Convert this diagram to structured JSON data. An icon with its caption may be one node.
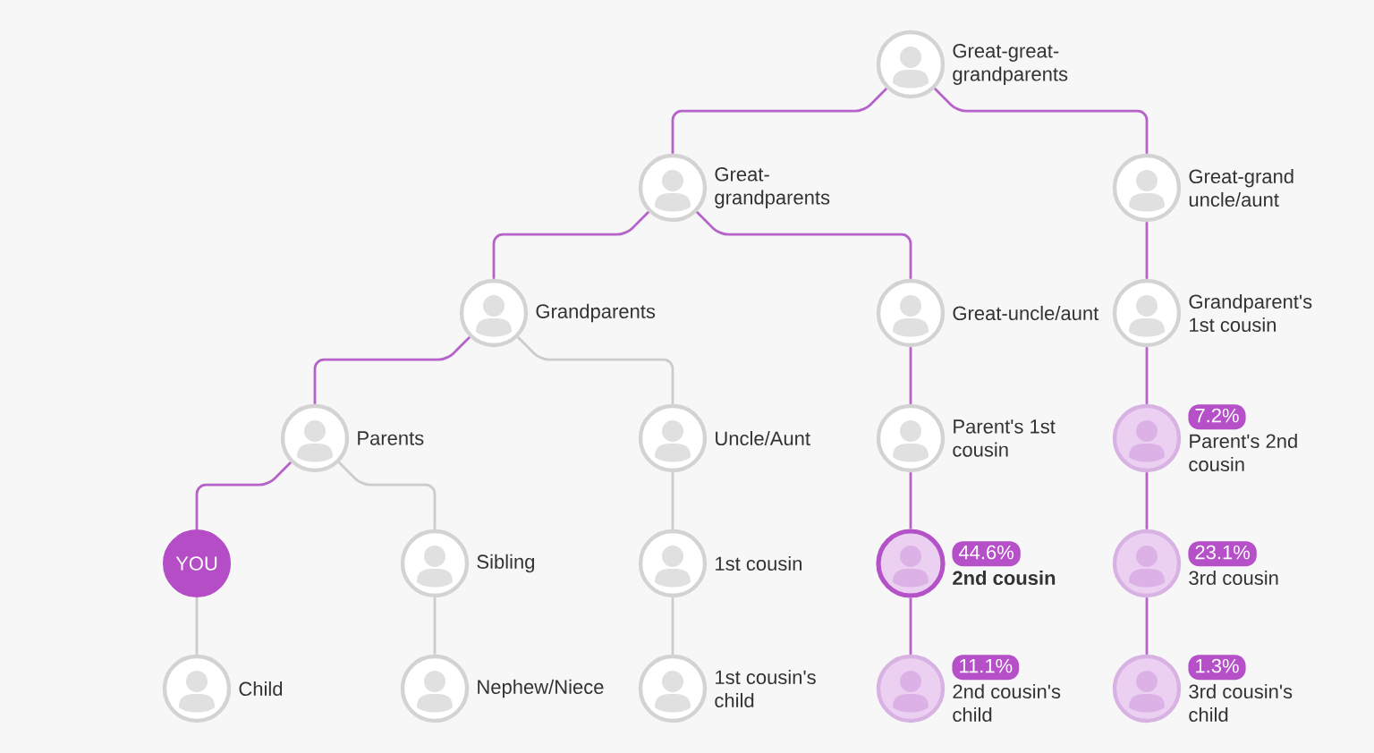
{
  "diagram": {
    "nodes": [
      {
        "text": [],
        "shape": "circle",
        "beside": [
          "Great-great- grandparents"
        ]
      },
      {
        "text": [],
        "shape": "circle",
        "beside": [
          "Great- grandparents"
        ]
      },
      {
        "text": [],
        "shape": "circle",
        "beside": [
          "Great-grand uncle/aunt"
        ]
      },
      {
        "text": [],
        "shape": "circle",
        "beside": [
          "Grandparents"
        ]
      },
      {
        "text": [],
        "shape": "circle",
        "beside": [
          "Great-uncle/aunt"
        ]
      },
      {
        "text": [],
        "shape": "circle",
        "beside": [
          "Grandparent's 1st cousin"
        ]
      },
      {
        "text": [],
        "shape": "circle",
        "beside": [
          "Parents"
        ]
      },
      {
        "text": [],
        "shape": "circle",
        "beside": [
          "Uncle/Aunt"
        ]
      },
      {
        "text": [],
        "shape": "circle",
        "beside": [
          "Parent's 1st cousin"
        ]
      },
      {
        "text": [],
        "shape": "circle",
        "beside": [
          "7.2%",
          "Parent's 2nd cousin"
        ]
      },
      {
        "text": [
          "YOU"
        ]
      },
      {
        "text": [],
        "shape": "circle",
        "beside": [
          "Sibling"
        ]
      },
      {
        "text": [],
        "shape": "circle",
        "beside": [
          "1st cousin"
        ]
      },
      {
        "text": [],
        "shape": "circle",
        "beside": [
          "44.6%",
          "2nd cousin"
        ]
      },
      {
        "text": [],
        "shape": "circle",
        "beside": [
          "23.1%",
          "3rd cousin"
        ]
      },
      {
        "text": [],
        "shape": "circle",
        "beside": [
          "Child"
        ]
      },
      {
        "text": [],
        "shape": "circle",
        "beside": [
          "Nephew/Niece"
        ]
      },
      {
        "text": [],
        "shape": "circle",
        "beside": [
          "1st cousin's child"
        ]
      },
      {
        "text": [],
        "shape": "circle",
        "beside": [
          "11.1%",
          "2nd cousin's child"
        ]
      },
      {
        "text": [],
        "shape": "circle",
        "beside": [
          "1.3%",
          "3rd cousin's child"
        ]
      }
    ],
    "edges": [
      {
        "from": 0,
        "to": 1,
        "arrow": "none"
      },
      {
        "from": 0,
        "to": 2,
        "arrow": "none"
      },
      {
        "from": 1,
        "to": 3,
        "arrow": "none"
      },
      {
        "from": 1,
        "to": 4,
        "arrow": "none"
      },
      {
        "from": 2,
        "to": 5,
        "arrow": "none"
      },
      {
        "from": 3,
        "to": 6,
        "arrow": "none"
      },
      {
        "from": 3,
        "to": 7,
        "arrow": "none",
        "color": "#cccccc"
      },
      {
        "from": 4,
        "to": 8,
        "arrow": "none"
      },
      {
        "from": 5,
        "to": 9,
        "arrow": "none"
      },
      {
        "from": 6,
        "to": 10,
        "arrow": "none"
      },
      {
        "from": 6,
        "to": 11,
        "arrow": "none",
        "color": "#cccccc"
      },
      {
        "from": 7,
        "to": 12,
        "arrow": "none",
        "color": "#cccccc"
      },
      {
        "from": 8,
        "to": 13,
        "arrow": "none"
      },
      {
        "from": 9,
        "to": 14,
        "arrow": "none"
      },
      {
        "from": 10,
        "to": 15,
        "arrow": "none",
        "color": "#cccccc"
      },
      {
        "from": 11,
        "to": 16,
        "arrow": "none",
        "color": "#cccccc"
      },
      {
        "from": 12,
        "to": 17,
        "arrow": "none",
        "color": "#cccccc"
      },
      {
        "from": 13,
        "to": 18,
        "arrow": "none"
      },
      {
        "from": 14,
        "to": 19,
        "arrow": "none"
      }
    ]
  }
}
